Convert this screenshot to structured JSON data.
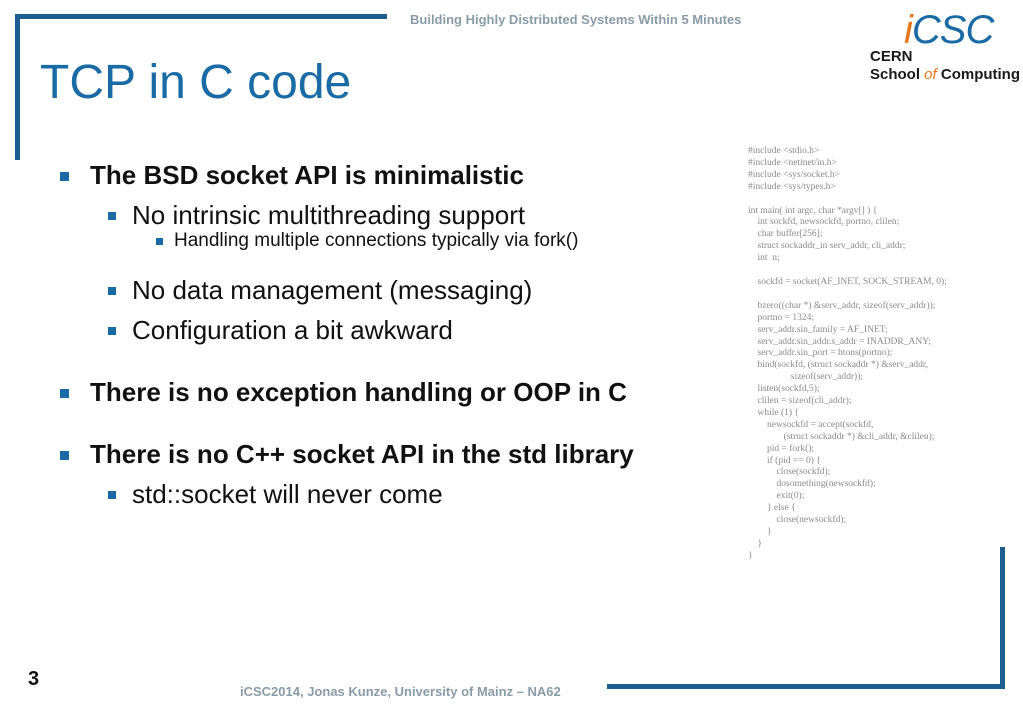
{
  "header": {
    "text": "Building Highly Distributed Systems Within 5 Minutes"
  },
  "title": "TCP in C code",
  "logo": {
    "main_i": "i",
    "main_rest": "CSC",
    "line1": "CERN",
    "line2_a": "School ",
    "line2_of": "of",
    "line2_b": " Computing"
  },
  "bullets": {
    "b1": "The BSD socket API is minimalistic",
    "b1_1": "No intrinsic multithreading support",
    "b1_1_1": "Handling multiple connections typically via fork()",
    "b1_2": "No data management (messaging)",
    "b1_3": "Configuration a bit awkward",
    "b2": "There is no exception handling or OOP in C",
    "b3": "There is no C++ socket API in the std library",
    "b3_1": "std::socket will never come"
  },
  "code": "#include <stdio.h>\n#include <netinet/in.h>\n#include <sys/socket.h>\n#include <sys/types.h>\n\nint main( int argc, char *argv[] ) {\n    int sockfd, newsockfd, portno, clilen;\n    char buffer[256];\n    struct sockaddr_in serv_addr, cli_addr;\n    int  n;\n\n    sockfd = socket(AF_INET, SOCK_STREAM, 0);\n\n    bzero((char *) &serv_addr, sizeof(serv_addr));\n    portno = 1324;\n    serv_addr.sin_family = AF_INET;\n    serv_addr.sin_addr.s_addr = INADDR_ANY;\n    serv_addr.sin_port = htons(portno);\n    bind(sockfd, (struct sockaddr *) &serv_addr,\n                  sizeof(serv_addr));\n    listen(sockfd,5);\n    clilen = sizeof(cli_addr);\n    while (1) {\n        newsockfd = accept(sockfd,\n               (struct sockaddr *) &cli_addr, &clilen);\n        pid = fork();\n        if (pid == 0) {\n            close(sockfd);\n            dosomething(newsockfd);\n            exit(0);\n        } else {\n            close(newsockfd);\n        }\n    }\n}",
  "footer": {
    "page": "3",
    "text": "iCSC2014, Jonas Kunze, University of Mainz – NA62"
  },
  "colors": {
    "accent": "#1a6aa5",
    "frame": "#1c5e90",
    "logo_orange": "#e5781e"
  }
}
